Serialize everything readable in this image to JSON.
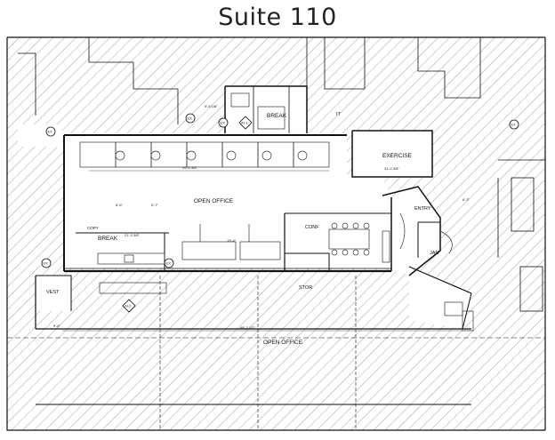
{
  "title": "Suite 110",
  "rooms": {
    "open_office_1": "OPEN OFFICE",
    "break_1": "BREAK",
    "break_2": "BREAK",
    "exercise": "EXERCISE",
    "entry": "ENTRY",
    "conf": "CONF",
    "jan": "JAN",
    "stor": "STOR",
    "vest": "VEST",
    "it": "IT",
    "open_office_2": "OPEN OFFICE",
    "copy": "COPY"
  },
  "dimensions": {
    "d1": "49'-4 3/8\"",
    "d2": "19'-4\"",
    "d3": "68'-3 1/2\"",
    "d4": "9'-5 1/8\"",
    "d5": "31'-4 3/8\"",
    "d6": "21'-3 3/8\"",
    "d7": "8'-6\"",
    "d8": "5'-7\"",
    "d9": "9'-6\"",
    "d10": "6'-2\""
  },
  "tags": {
    "ex": "EX",
    "ai1": "AI-1",
    "ai2": "AI-2"
  }
}
